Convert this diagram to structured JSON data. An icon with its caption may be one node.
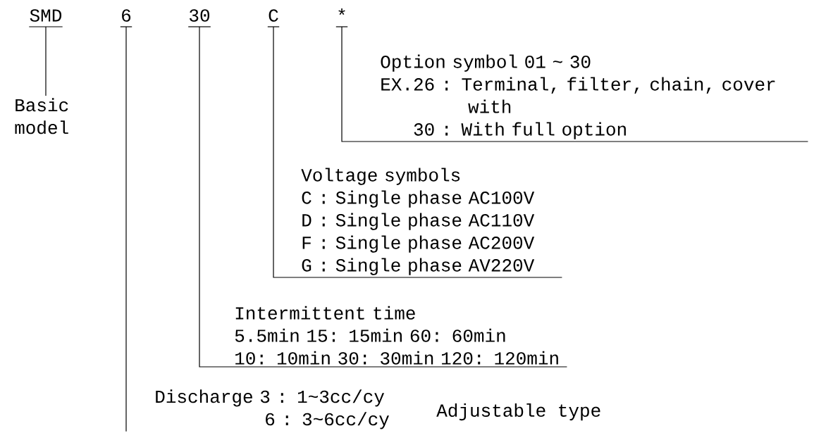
{
  "diagram": {
    "nodes": [
      {
        "text": [
          "SMD"
        ]
      },
      {
        "text": [
          "6"
        ]
      },
      {
        "text": [
          "30"
        ]
      },
      {
        "text": [
          "C"
        ]
      },
      {
        "text": [
          "*"
        ]
      },
      {
        "text": [
          "Basic model"
        ]
      },
      {
        "text": [
          "Option symbol 01 ~ 30",
          "EX.26 : Terminal, filter, chain, cover with",
          "30 : With full option"
        ]
      },
      {
        "text": [
          "Voltage symbols",
          "C : Single phase AC100V",
          "D : Single phase AC110V",
          "F : Single phase AC200V",
          "G : Single phase AV220V"
        ]
      },
      {
        "text": [
          "Intermittent time",
          "5.5min 15: 15min 60: 60min",
          "10: 10min 30: 30min 120: 120min"
        ]
      },
      {
        "text": [
          "Discharge 3 : 1~3cc/cy",
          "6 : 3~6cc/cy"
        ],
        "beside": [
          "Adjustable type"
        ]
      }
    ],
    "edges": [
      {
        "from": 0,
        "to": 5,
        "arrow": "none"
      },
      {
        "from": 4,
        "to": 6,
        "arrow": "none"
      },
      {
        "from": 3,
        "to": 7,
        "arrow": "none"
      },
      {
        "from": 2,
        "to": 8,
        "arrow": "none"
      },
      {
        "from": 1,
        "to": 9,
        "arrow": "none"
      }
    ]
  }
}
